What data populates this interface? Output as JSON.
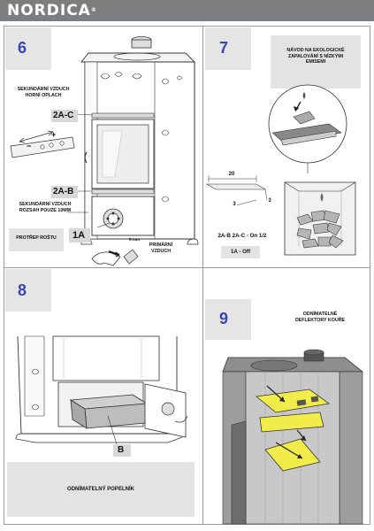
{
  "header": {
    "brand": "NORDICA",
    "reg": "®",
    "bar_color": "#7d7e80",
    "accent_color": "#3a46b5"
  },
  "panel6": {
    "number": "6",
    "upper_air_label": "SEKUNDÁRNÍ VZDUCH\nHORNÍ OPLACH",
    "tag_2ac": "2A-C",
    "tag_2ab": "2A-B",
    "secondary_range_label": "SEKUNDÁRNÍ VZDUCH\nROZSAH POUZE 10MM",
    "grate_label": "PROTŘEP ROŠTU",
    "tag_1a": "1A",
    "primary_air_label": "PRIMÁRNÍ\nVZDUCH",
    "mm_label": "5 mm",
    "minus_sign": "−",
    "plus_sign": "+"
  },
  "panel7": {
    "number": "7",
    "title": "NÁVOD NA EKOLOGICKÉ\nZAPALOVÁNÍ S NÍZKÝMI\nEMISEMI",
    "dim_20": "20",
    "dim_3a": "3",
    "dim_3b": "3",
    "setting_on": "2A-B  2A-C - On 1/2",
    "setting_off": "1A - Off"
  },
  "panel8": {
    "number": "8",
    "tag_b": "B",
    "caption": "ODNÍMATELNÝ POPELNÍK"
  },
  "panel9": {
    "number": "9",
    "title": "ODNÍMATELNÉ\nDEFLEKTORY KOUŘE"
  }
}
